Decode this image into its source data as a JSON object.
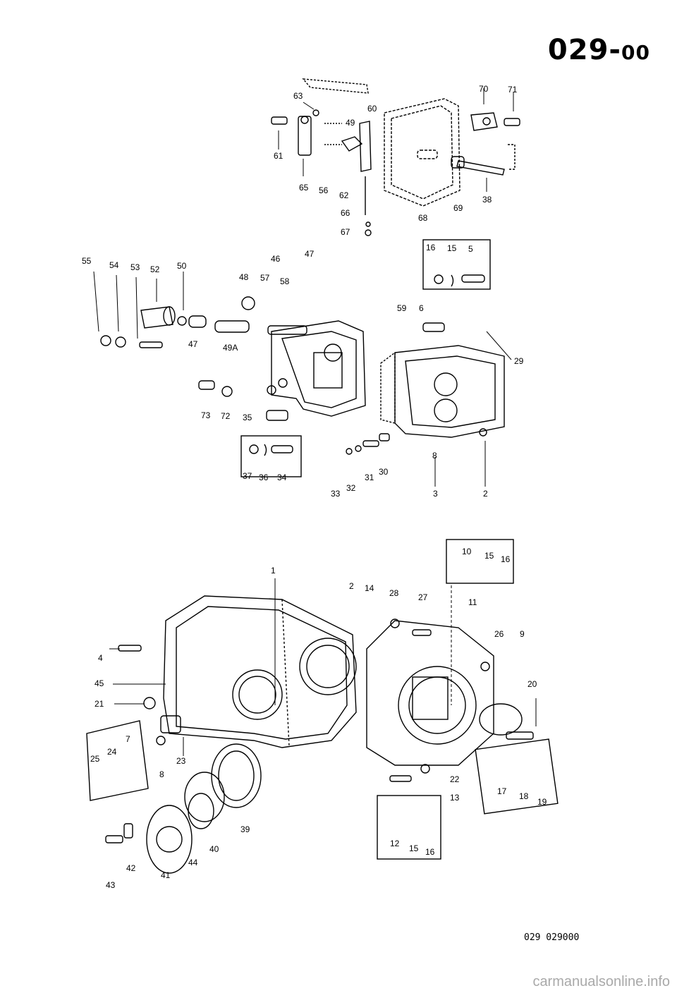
{
  "header": {
    "code": "029",
    "separator": "-",
    "suffix": "00"
  },
  "footer": {
    "code": "029 029000"
  },
  "watermark": "carmanualsonline.info",
  "callouts": [
    "63",
    "60",
    "70",
    "71",
    "49",
    "61",
    "65",
    "56",
    "62",
    "38",
    "69",
    "68",
    "66",
    "67",
    "16",
    "15",
    "5",
    "59",
    "6",
    "29",
    "55",
    "54",
    "53",
    "52",
    "50",
    "46",
    "47",
    "48",
    "57",
    "58",
    "47",
    "49A",
    "73",
    "72",
    "35",
    "37",
    "36",
    "34",
    "33",
    "32",
    "31",
    "30",
    "3",
    "2",
    "8",
    "10",
    "15",
    "16",
    "1",
    "2",
    "14",
    "28",
    "27",
    "11",
    "26",
    "9",
    "4",
    "45",
    "21",
    "20",
    "25",
    "24",
    "7",
    "8",
    "23",
    "22",
    "13",
    "17",
    "18",
    "19",
    "12",
    "15",
    "16",
    "39",
    "40",
    "44",
    "42",
    "43",
    "41"
  ]
}
